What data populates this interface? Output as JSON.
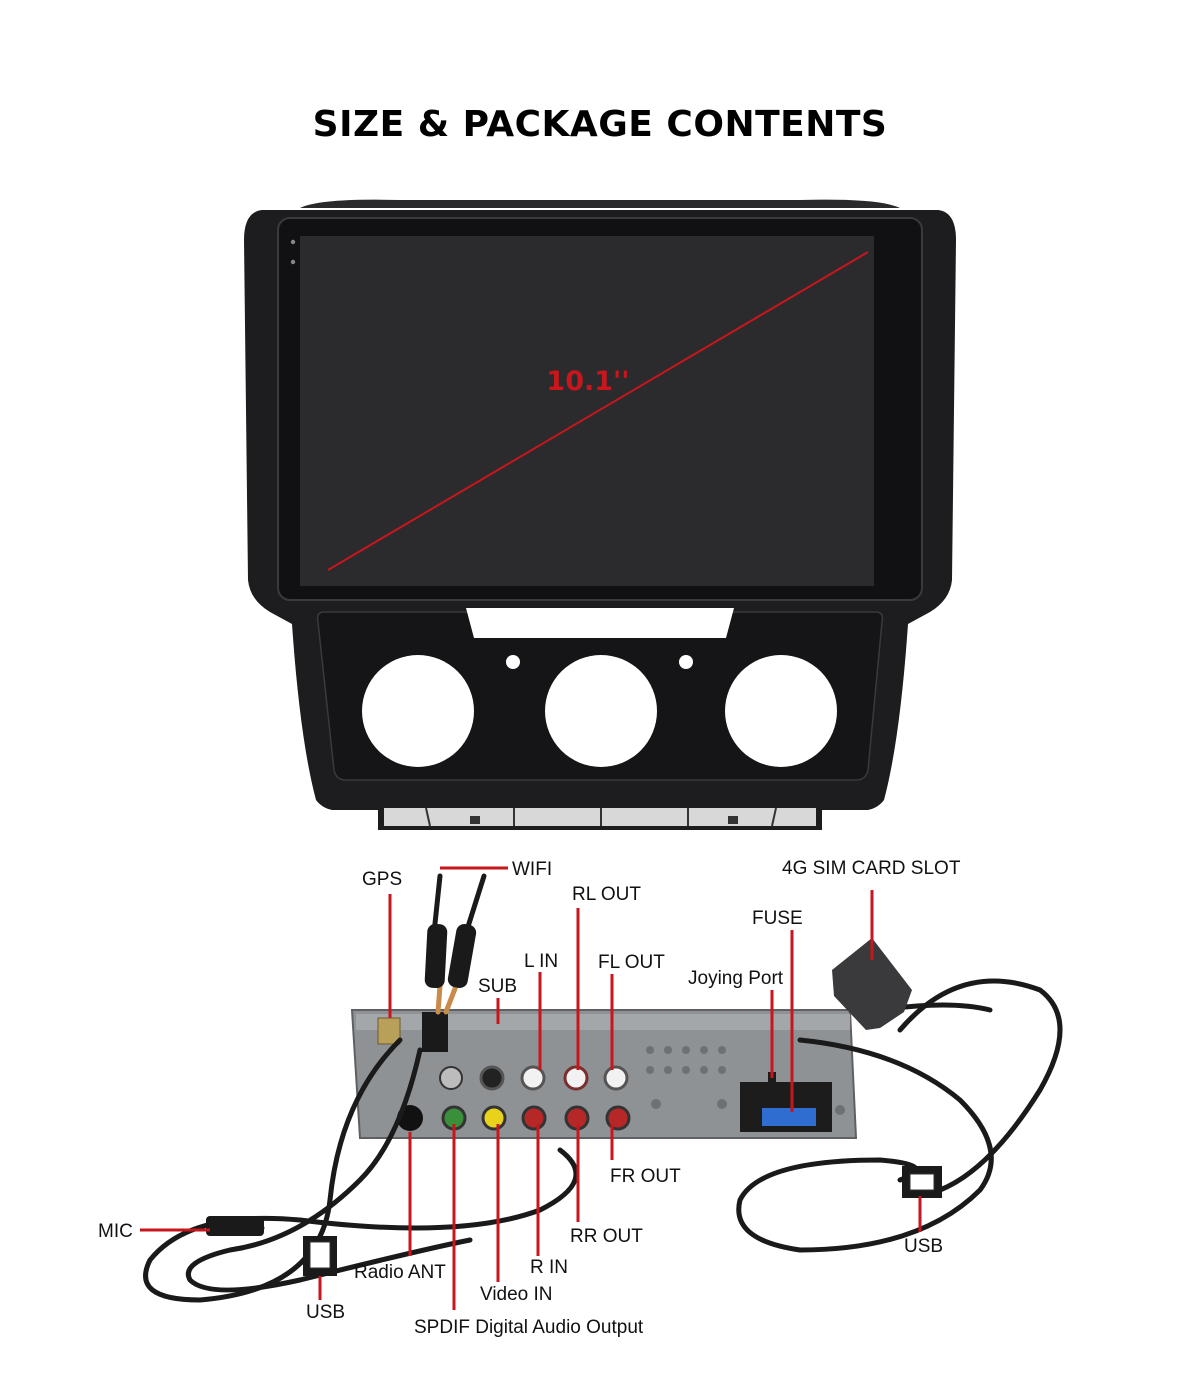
{
  "title": "SIZE & PACKAGE CONTENTS",
  "screen_size": "10.1''",
  "colors": {
    "accent_red": "#c8161d",
    "frame_black": "#1d1d1f",
    "screen_dark": "#2b2b2d",
    "unit_grey": "#8f9295",
    "cable_black": "#1a1a1a"
  },
  "labels": {
    "gps": "GPS",
    "wifi": "WIFI",
    "rl_out": "RL OUT",
    "sim_slot": "4G SIM CARD SLOT",
    "fuse": "FUSE",
    "l_in": "L IN",
    "fl_out": "FL OUT",
    "sub": "SUB",
    "joying_port": "Joying Port",
    "mic": "MIC",
    "fr_out": "FR OUT",
    "rr_out": "RR OUT",
    "usb_left": "USB",
    "usb_right": "USB",
    "radio_ant": "Radio ANT",
    "r_in": "R IN",
    "video_in": "Video IN",
    "spdif": "SPDIF Digital Audio Output"
  }
}
